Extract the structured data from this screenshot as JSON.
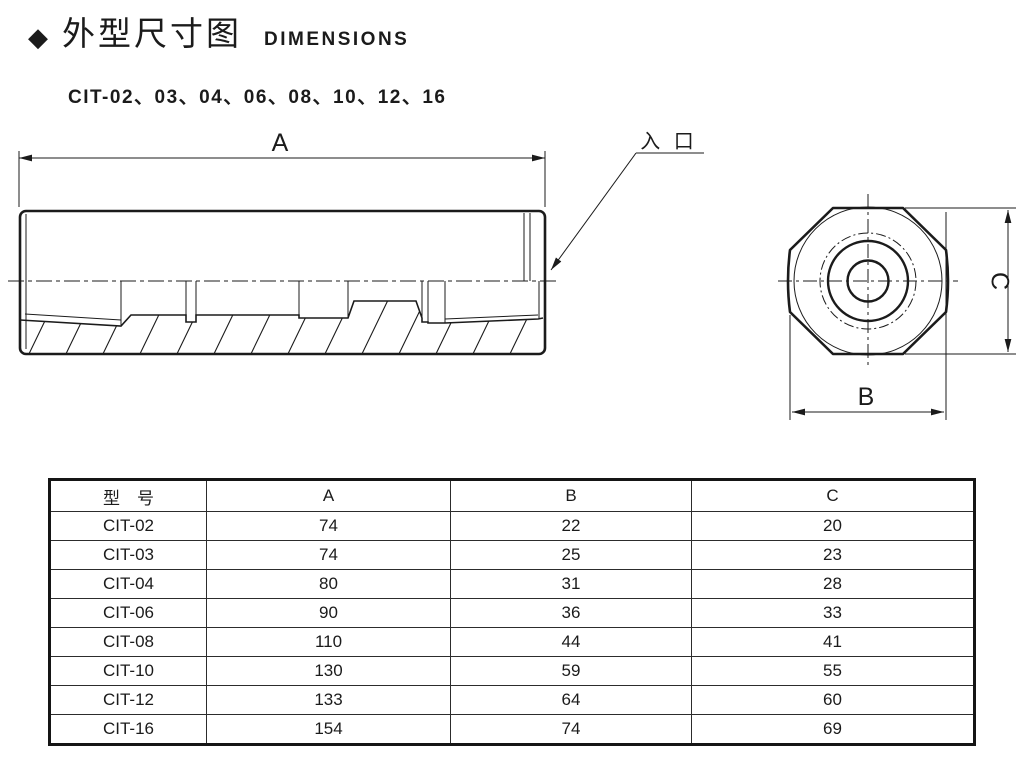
{
  "title": {
    "bullet": "◆",
    "zh": "外型尺寸图",
    "en": "DIMENSIONS"
  },
  "subtitle": "CIT-02、03、04、06、08、10、12、16",
  "drawing": {
    "dim_a": "A",
    "dim_b": "B",
    "dim_c": "C",
    "inlet_label": "入 口"
  },
  "table": {
    "headers": [
      "型　号",
      "A",
      "B",
      "C"
    ],
    "rows": [
      [
        "CIT-02",
        "74",
        "22",
        "20"
      ],
      [
        "CIT-03",
        "74",
        "25",
        "23"
      ],
      [
        "CIT-04",
        "80",
        "31",
        "28"
      ],
      [
        "CIT-06",
        "90",
        "36",
        "33"
      ],
      [
        "CIT-08",
        "110",
        "44",
        "41"
      ],
      [
        "CIT-10",
        "130",
        "59",
        "55"
      ],
      [
        "CIT-12",
        "133",
        "64",
        "60"
      ],
      [
        "CIT-16",
        "154",
        "74",
        "69"
      ]
    ]
  },
  "colors": {
    "ink": "#1b1b1b",
    "background": "#ffffff"
  }
}
